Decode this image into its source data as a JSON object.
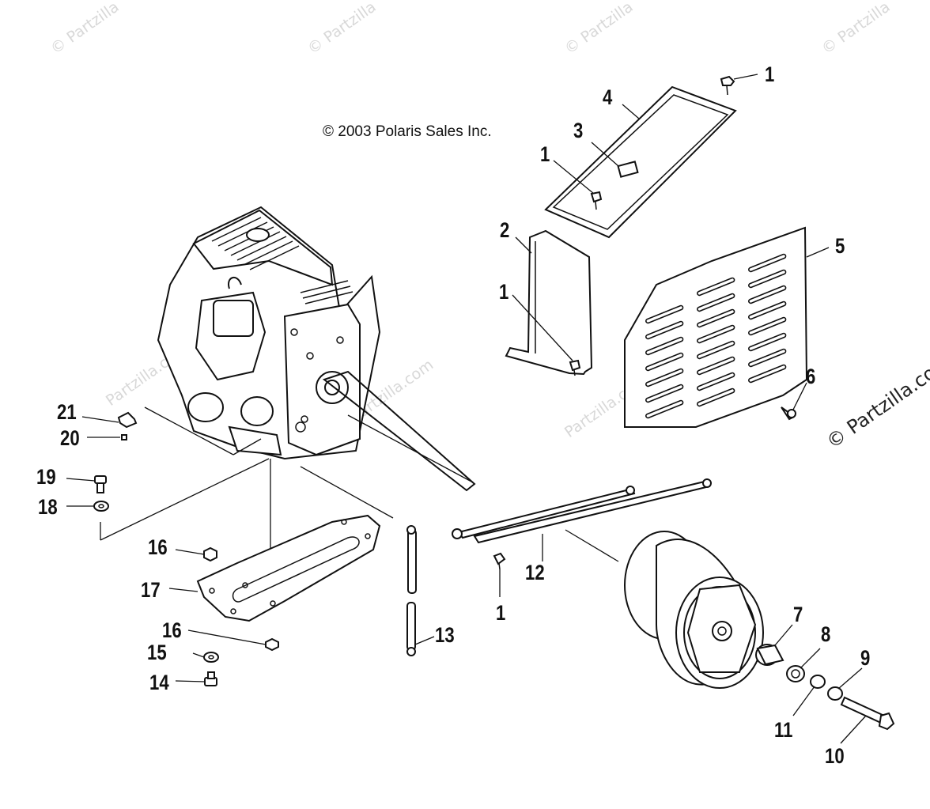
{
  "copyright": "© 2003 Polaris Sales Inc.",
  "watermark": "© Partzilla.com",
  "watermark_short": "© Partzilla",
  "watermark_mid": "Partzilla.com",
  "callouts": {
    "c1a": "1",
    "c1b": "1",
    "c1c": "1",
    "c1d": "1",
    "c2": "2",
    "c3": "3",
    "c4": "4",
    "c5": "5",
    "c6": "6",
    "c7": "7",
    "c8": "8",
    "c9": "9",
    "c10": "10",
    "c11": "11",
    "c12": "12",
    "c13": "13",
    "c14": "14",
    "c15": "15",
    "c16a": "16",
    "c16b": "16",
    "c17": "17",
    "c18": "18",
    "c19": "19",
    "c20": "20",
    "c21": "21"
  }
}
